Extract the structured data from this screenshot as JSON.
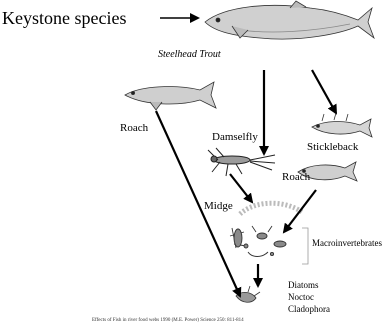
{
  "diagram": {
    "keystone_label": "Keystone species",
    "nodes": {
      "steelhead": {
        "label": "Steelhead Trout"
      },
      "roach_left": {
        "label": "Roach"
      },
      "damselfly": {
        "label": "Damselfly"
      },
      "stickleback": {
        "label": "Stickleback"
      },
      "roach_right": {
        "label": "Roach"
      },
      "midge": {
        "label": "Midge"
      },
      "macroinvertebrates": {
        "label": "Macroinvertebrates"
      },
      "diatoms": {
        "label": "Diatoms"
      },
      "noctoc": {
        "label": "Noctoc"
      },
      "cladophora": {
        "label": "Cladophora"
      }
    },
    "citation": "Effects of Fish in river food webs 1990 (M.E. Power) Science 250: 811-814"
  }
}
